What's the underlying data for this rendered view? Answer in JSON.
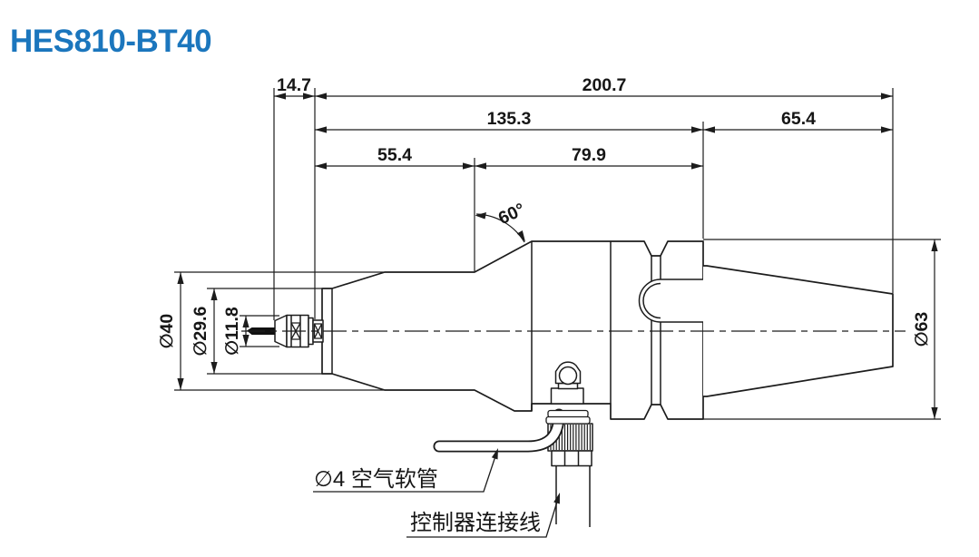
{
  "title": {
    "text": "HES810-BT40"
  },
  "colors": {
    "title": "#1b76bd",
    "line": "#1c1c1c"
  },
  "dimensions": {
    "collet_protrusion": "14.7",
    "overall_length": "200.7",
    "body_length": "135.3",
    "bt_taper_length": "65.4",
    "front_section_length": "55.4",
    "mid_section_length": "79.9",
    "taper_angle": "60°",
    "front_diameter": "∅40",
    "nose_diameter": "∅29.6",
    "collet_nut_diameter": "∅11.8",
    "flange_diameter": "∅63"
  },
  "callouts": {
    "air_hose": "∅4 空气软管",
    "controller_cable": "控制器连接线"
  }
}
